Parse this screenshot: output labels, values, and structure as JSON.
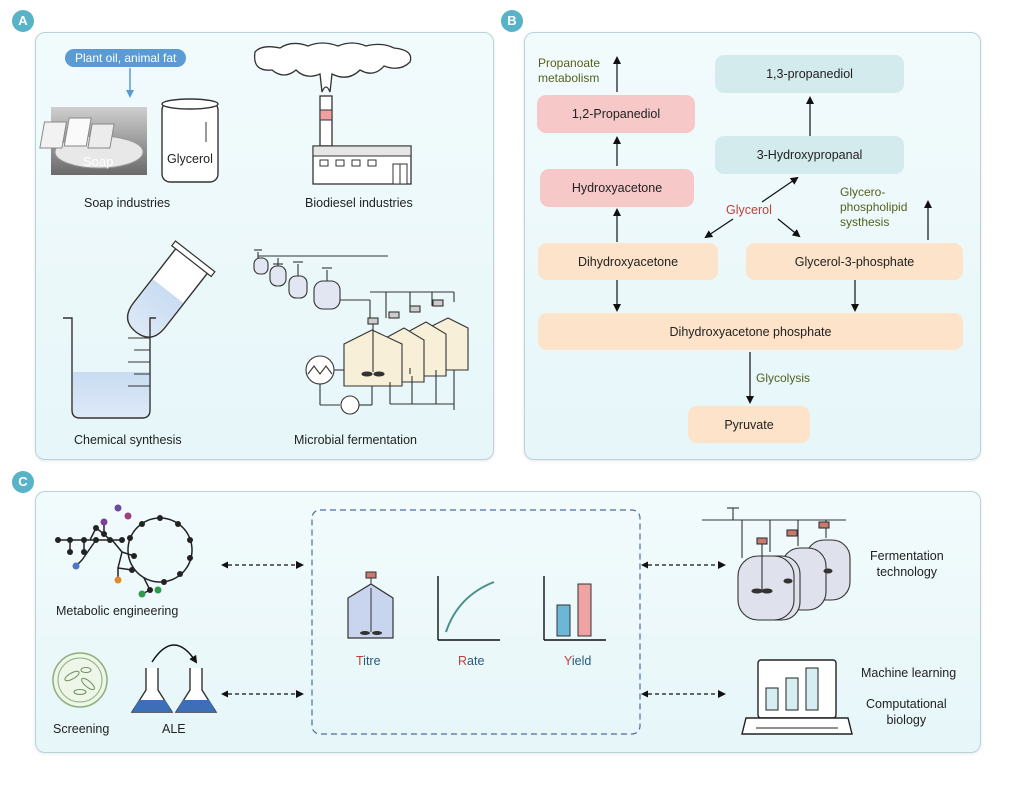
{
  "panels": {
    "a_badge": "A",
    "b_badge": "B",
    "c_badge": "C"
  },
  "panel_a": {
    "oil_label": "Plant oil, animal fat",
    "soap_word": "Soap",
    "glycerol_word": "Glycerol",
    "soap_industries": "Soap industries",
    "biodiesel_industries": "Biodiesel industries",
    "chemical_synthesis": "Chemical synthesis",
    "microbial_fermentation": "Microbial  fermentation"
  },
  "panel_b": {
    "propanoate": [
      "Propanoate",
      "metabolism"
    ],
    "propanediol_12": "1,2-Propanediol",
    "hydroxyacetone": "Hydroxyacetone",
    "propanediol_13": "1,3-propanediol",
    "hydroxypropanal": "3-Hydroxypropanal",
    "glycerol": "Glycerol",
    "glycerophospholipid": [
      "Glycero-",
      "phospholipid",
      "systhesis"
    ],
    "dihydroxyacetone": "Dihydroxyacetone",
    "g3p": "Glycerol-3-phosphate",
    "dhap": "Dihydroxyacetone phosphate",
    "glycolysis": "Glycolysis",
    "pyruvate": "Pyruvate"
  },
  "panel_c": {
    "metabolic_engineering": "Metabolic engineering",
    "screening": "Screening",
    "ale": "ALE",
    "titre_first": "T",
    "titre_rest": "itre",
    "rate_first": "R",
    "rate_rest": "ate",
    "yield_first": "Y",
    "yield_rest": "ield",
    "fermentation_technology": [
      "Fermentation",
      "technology"
    ],
    "machine_learning": "Machine learning",
    "computational_biology": [
      "Computational",
      "biology"
    ]
  },
  "colors": {
    "panel_border": "#b9d3dc",
    "badge": "#58b3c9",
    "pink_node": "#f6c8c8",
    "peach_node": "#fde3c9",
    "teal_node": "#d4ebee",
    "annotation_green": "#55601f",
    "accent_red": "#c0403c"
  },
  "icons": [
    "soap-bar-icon",
    "glycerol-jar-icon",
    "factory-smoke-icon",
    "test-tube-icon",
    "beaker-icon",
    "fermentation-plant-icon",
    "metabolic-network-icon",
    "petri-dish-icon",
    "flask-icon",
    "bioreactor-icon",
    "curve-chart-icon",
    "bar-chart-icon",
    "fermenter-array-icon",
    "laptop-chart-icon"
  ]
}
